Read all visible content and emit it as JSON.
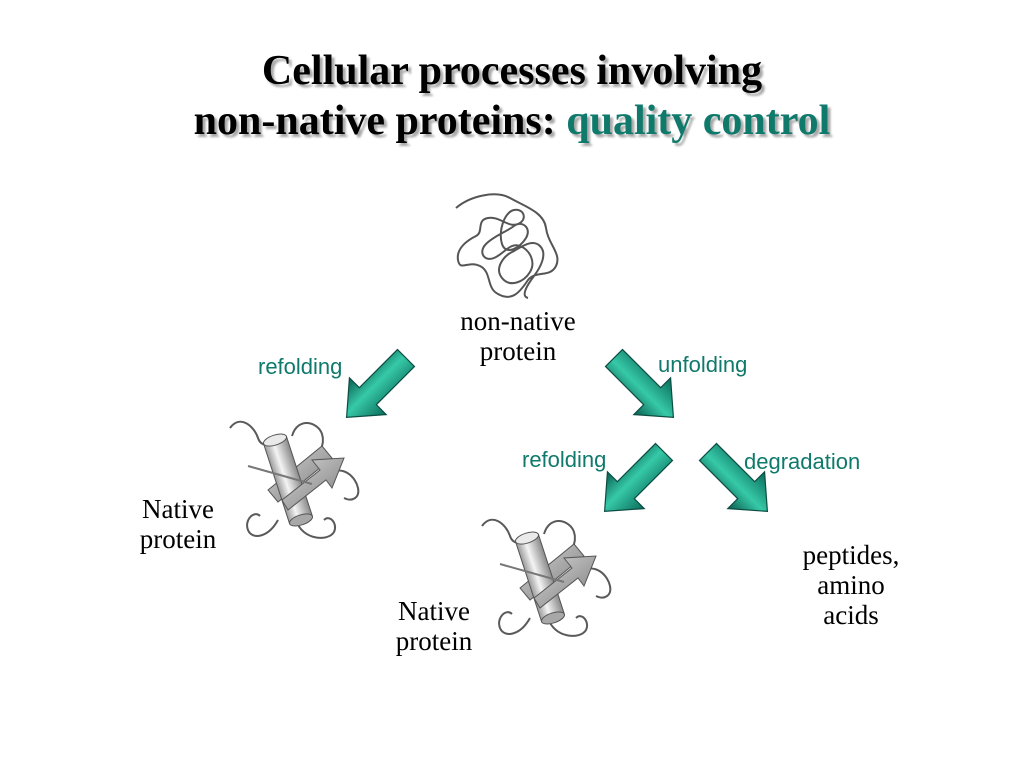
{
  "title": {
    "line1": "Cellular processes involving",
    "line2_prefix": "non-native proteins:",
    "line2_accent": "quality control",
    "accent_color": "#0f7a6b"
  },
  "nodes": {
    "non_native": [
      "non-native",
      "protein"
    ],
    "native_left": [
      "Native",
      "protein"
    ],
    "native_bottom": [
      "Native",
      "protein"
    ],
    "products": [
      "peptides,",
      "amino",
      "acids"
    ]
  },
  "arrows": {
    "refolding_top": "refolding",
    "unfolding": "unfolding",
    "refolding_bottom": "refolding",
    "degradation": "degradation"
  },
  "icons": {
    "unfolded": "unfolded-protein-chain-icon",
    "native": "folded-protein-ribbon-icon"
  }
}
